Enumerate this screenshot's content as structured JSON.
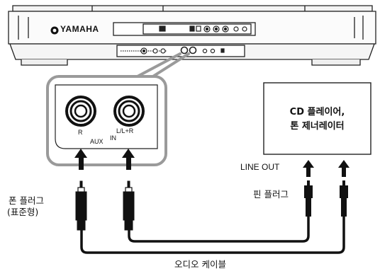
{
  "brand": {
    "logo_text": "YAMAHA"
  },
  "jack_panel": {
    "jack_r_label": "R",
    "jack_l_label": "L/L+R",
    "aux_label": "AUX",
    "in_label": "IN"
  },
  "device": {
    "title_line1": "CD 플레이어,",
    "title_line2": "톤 제너레이터",
    "line_out_label": "LINE OUT"
  },
  "labels": {
    "phone_plug_line1": "폰 플러그",
    "phone_plug_line2": "(표준형)",
    "pin_plug": "핀 플러그",
    "audio_cable": "오디오 케이블"
  }
}
